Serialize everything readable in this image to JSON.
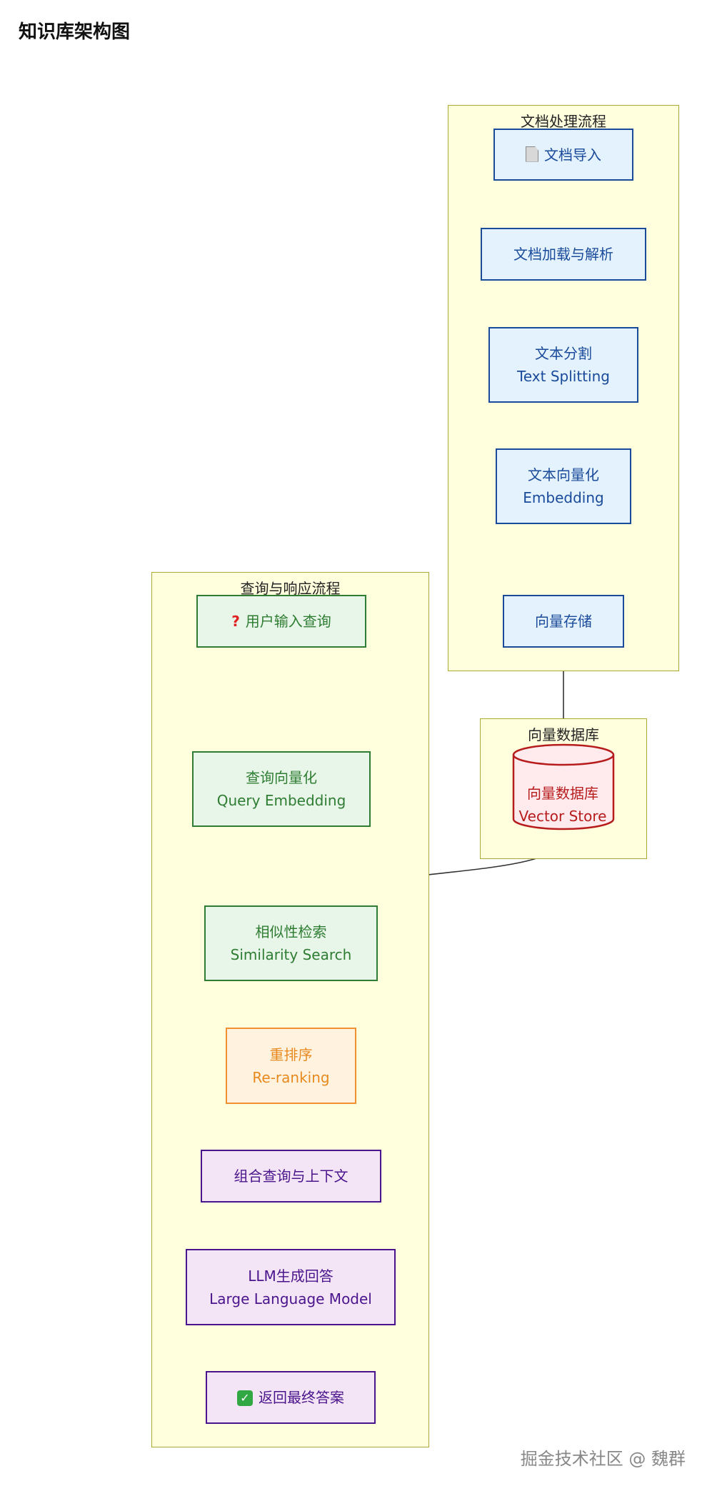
{
  "page_title": "知识库架构图",
  "clusters": {
    "doc_processing": "文档处理流程",
    "query_response": "查询与响应流程",
    "vector_db": "向量数据库"
  },
  "nodes": {
    "doc_import": "文档导入",
    "doc_load": "文档加载与解析",
    "text_split": {
      "line1": "文本分割",
      "line2": "Text Splitting"
    },
    "text_embed": {
      "line1": "文本向量化",
      "line2": "Embedding"
    },
    "vector_save": "向量存储",
    "vector_store": {
      "line1": "向量数据库",
      "line2": "Vector Store"
    },
    "user_query": "用户输入查询",
    "query_embed": {
      "line1": "查询向量化",
      "line2": "Query Embedding"
    },
    "similarity": {
      "line1": "相似性检索",
      "line2": "Similarity Search"
    },
    "rerank": {
      "line1": "重排序",
      "line2": "Re-ranking"
    },
    "combine": "组合查询与上下文",
    "llm": {
      "line1": "LLM生成回答",
      "line2": "Large Language Model"
    },
    "final": "返回最终答案"
  },
  "icons": {
    "doc_import": "document-icon",
    "user_query": "question-mark-icon",
    "final": "check-mark-icon"
  },
  "colors": {
    "cluster_fill": "#ffffde",
    "cluster_border": "#aaaa33",
    "doc_flow": "#1a4a9a",
    "query_flow": "#2e7d32",
    "vector_db": "#b71c1c",
    "rerank": "#f09030",
    "llm_flow": "#4a148c"
  },
  "watermark": "掘金技术社区 @ 魏群"
}
